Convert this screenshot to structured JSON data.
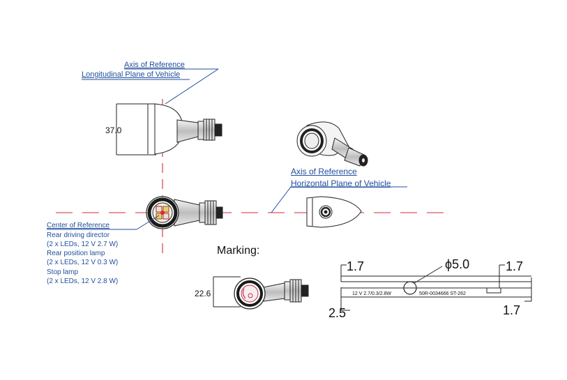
{
  "reference_labels": {
    "longitudinal_axis_title": "Axis of Reference",
    "longitudinal_plane": "Longitudinal Plane of Vehicle",
    "horizontal_axis_title": "Axis of Reference",
    "horizontal_plane": "Horizontal Plane of Vehicle",
    "center_of_reference": "Center of Reference"
  },
  "functions": [
    {
      "name": "Rear driving director",
      "detail": "(2 x LEDs, 12 V 2.7 W)"
    },
    {
      "name": "Rear position lamp",
      "detail": "(2 x LEDs, 12 V 0.3 W)"
    },
    {
      "name": "Stop lamp",
      "detail": "(2 x LEDs, 12 V 2.8 W)"
    }
  ],
  "dimensions": {
    "height_side_view": "37.0",
    "height_marking_view": "22.6"
  },
  "marking": {
    "heading": "Marking:",
    "left_height": "1.7",
    "diameter": "ϕ5.0",
    "right_top_height": "1.7",
    "left_bottom_height": "2.5",
    "right_bottom_height": "1.7",
    "rating_text": "12 V 2.7/0.3/2.8W",
    "approval_text": "50R-0034666 ST-262"
  },
  "colors": {
    "reference_lines": "#d6283a",
    "annotation_text": "#1f4e9c",
    "drawing_lines": "#222222"
  }
}
